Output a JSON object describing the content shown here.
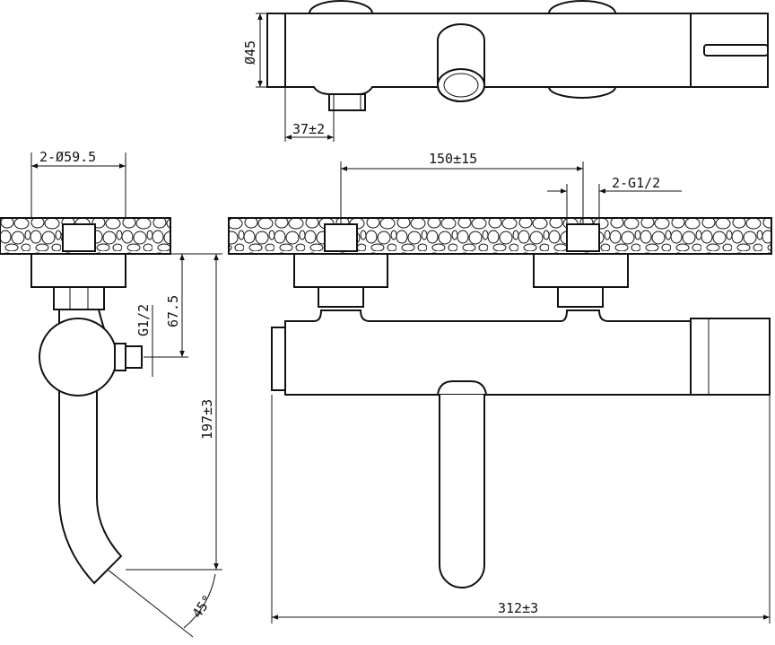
{
  "title": "Wall-mounted bath mixer technical drawing",
  "dimensions": {
    "body_diameter": "Ø45",
    "fitting_offset": "37±2",
    "escutcheon_diameter": "2-Ø59.5",
    "center_distance": "150±15",
    "inlet_thread": "2-G1/2",
    "outlet_thread": "G1/2",
    "inlet_to_axis": "67.5",
    "total_height": "197±3",
    "spout_angle": "45°",
    "total_width": "312±3"
  },
  "colors": {
    "line": "#111111",
    "background": "#ffffff"
  }
}
